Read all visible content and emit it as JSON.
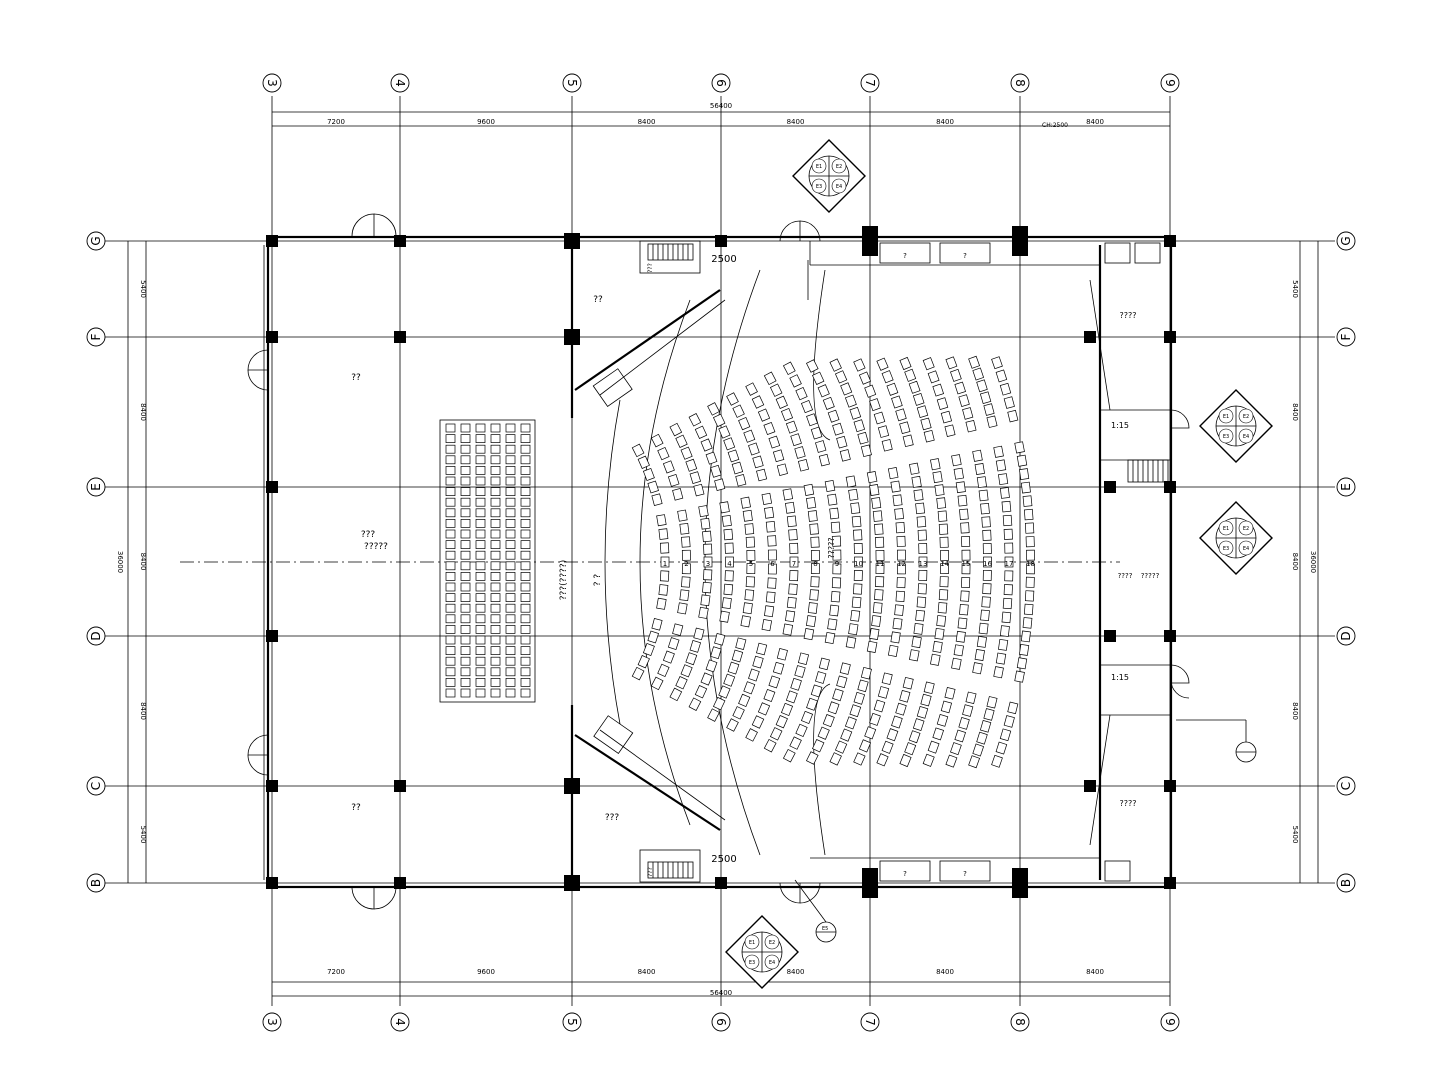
{
  "drawing": {
    "grid_columns": [
      "3",
      "4",
      "5",
      "6",
      "7",
      "8",
      "9"
    ],
    "grid_rows": [
      "G",
      "F",
      "E",
      "D",
      "C",
      "B"
    ],
    "top_dims": [
      "7200",
      "9600",
      "8400",
      "8400",
      "8400",
      "8400"
    ],
    "bottom_dims": [
      "7200",
      "9600",
      "8400",
      "8400",
      "8400",
      "8400"
    ],
    "overall_dim_top": "56400",
    "overall_dim_bottom": "56400",
    "side_dims": [
      "5400",
      "8400",
      "8400",
      "8400",
      "5400"
    ],
    "overall_dim_side": "36000",
    "ch_note": "CH:2500",
    "stair_dim": "2500",
    "ramp_label": "1:15",
    "row_numbers": [
      "1",
      "2",
      "3",
      "4",
      "5",
      "6",
      "7",
      "8",
      "9",
      "10",
      "11",
      "12",
      "13",
      "14",
      "15",
      "16",
      "17",
      "18"
    ],
    "room_labels": {
      "lobby_north": "??",
      "lobby_south": "??",
      "lobby_center_1": "???",
      "lobby_center_2": "?????",
      "stage_north": "??",
      "stage_south": "???",
      "stage_name": "???(????)",
      "stage_center": "? ?",
      "aisle_label": "?????",
      "east_north": "????",
      "east_south": "????",
      "east_mid_1": "????",
      "east_mid_2": "?????",
      "stair_n": "???",
      "stair_s": "???",
      "room_small_1": "?",
      "room_small_2": "?",
      "room_small_3": "?",
      "room_small_4": "?"
    },
    "section_markers": [
      "E1",
      "E2",
      "E3",
      "E4"
    ],
    "detail_ref": "E5"
  }
}
